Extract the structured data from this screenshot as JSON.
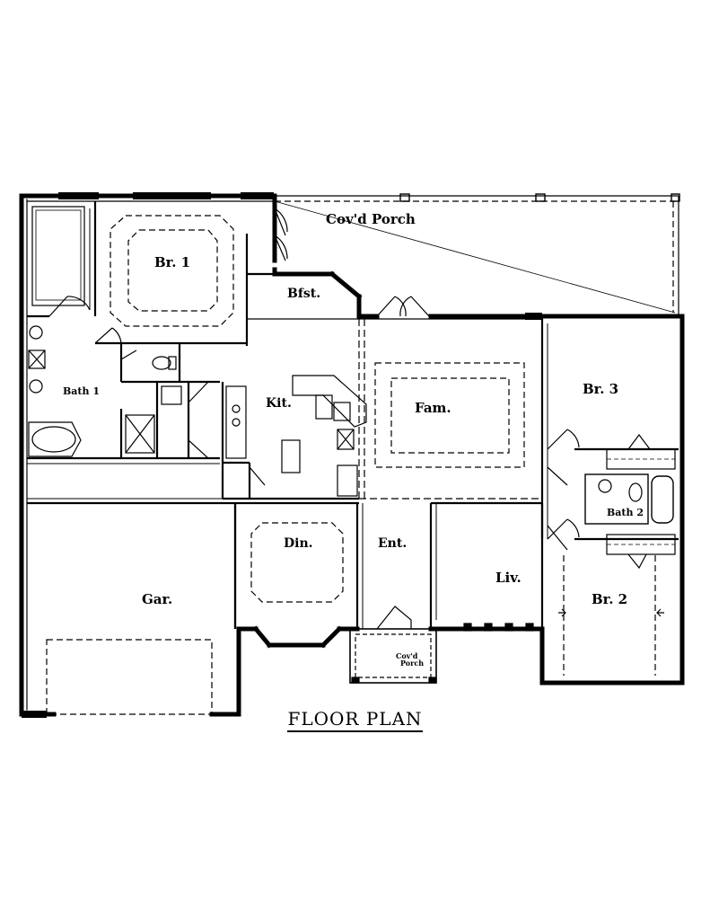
{
  "plan": {
    "title": "FLOOR PLAN",
    "rooms": {
      "covd_porch": "Cov'd Porch",
      "br1": "Br. 1",
      "bfst": "Bfst.",
      "bath1": "Bath 1",
      "kit": "Kit.",
      "fam": "Fam.",
      "br3": "Br. 3",
      "bath2": "Bath 2",
      "din": "Din.",
      "ent": "Ent.",
      "liv": "Liv.",
      "br2": "Br. 2",
      "gar": "Gar.",
      "front_porch_line1": "Cov'd",
      "front_porch_line2": "Porch"
    }
  }
}
